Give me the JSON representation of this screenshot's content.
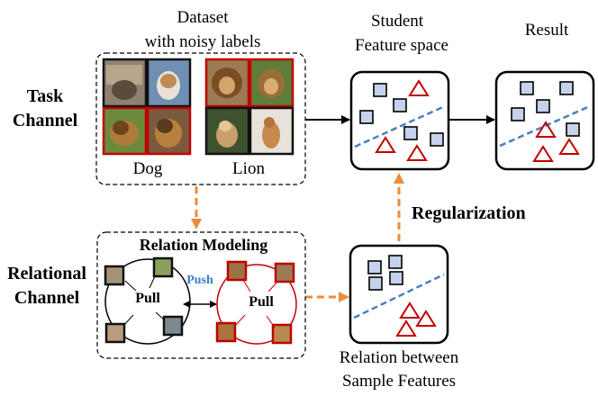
{
  "headers": {
    "dataset_line1": "Dataset",
    "dataset_line2": "with noisy labels",
    "student_line1": "Student",
    "student_line2": "Feature space",
    "result": "Result"
  },
  "channels": {
    "task_line1": "Task",
    "task_line2": "Channel",
    "relational_line1": "Relational",
    "relational_line2": "Channel"
  },
  "classes": {
    "dog": "Dog",
    "lion": "Lion"
  },
  "regularization": "Regularization",
  "relation_modeling": {
    "title": "Relation Modeling",
    "pull_left": "Pull",
    "pull_right": "Pull",
    "push": "Push"
  },
  "relation_caption": {
    "line1": "Relation between",
    "line2": "Sample Features"
  },
  "colors": {
    "square_fill": "#c6d2ea",
    "triangle_stroke": "#c00000",
    "divider": "#4a7fc1",
    "dashed_arrow": "#ed8b3a",
    "red_frame": "#c00000"
  }
}
